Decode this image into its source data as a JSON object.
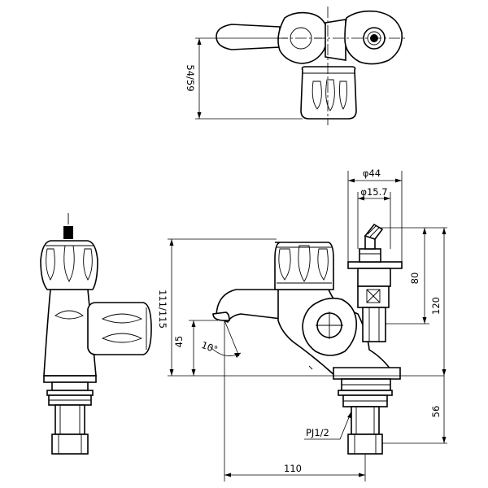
{
  "drawing": {
    "top_view": {
      "height_dim": "54/59"
    },
    "side_view": {
      "height_dim": "111/115",
      "spout_height_dim": "45",
      "spout_angle_dim": "10°"
    },
    "front_view": {
      "outer_diameter_dim": "φ44",
      "inner_diameter_dim": "φ15.7",
      "upper_height_dim": "80",
      "total_height_dim": "120",
      "shank_length_dim": "56",
      "thread_label": "PJ1/2",
      "spout_reach_dim": "110"
    }
  }
}
